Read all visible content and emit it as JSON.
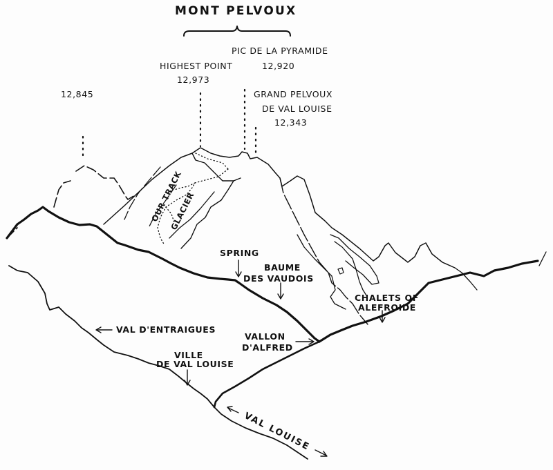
{
  "diagram": {
    "title": "MONT PELVOUX",
    "summits": [
      {
        "name": "HIGHEST POINT",
        "elevation": "12,973"
      },
      {
        "name": "PIC DE LA PYRAMIDE",
        "elevation": "12,920"
      },
      {
        "name_line1": "GRAND PELVOUX",
        "name_line2": "DE VAL LOUISE",
        "elevation": "12,343"
      },
      {
        "name": "",
        "elevation": "12,845"
      }
    ],
    "route_labels": {
      "track": "OUR TRACK",
      "glacier": "GLACIER"
    },
    "place_labels": {
      "spring": "SPRING",
      "baume_line1": "BAUME",
      "baume_line2": "DES VAUDOIS",
      "chalets_line1": "CHALETS OF",
      "chalets_line2": "ALEFROIDE",
      "val_entraigues": "VAL D'ENTRAIGUES",
      "vallon_line1": "VALLON",
      "vallon_line2": "D'ALFRED",
      "ville_line1": "VILLE",
      "ville_line2": "DE VAL LOUISE",
      "val_louise": "VAL LOUISE"
    },
    "colors": {
      "ink": "#111111",
      "paper": "#fdfdfd"
    }
  }
}
